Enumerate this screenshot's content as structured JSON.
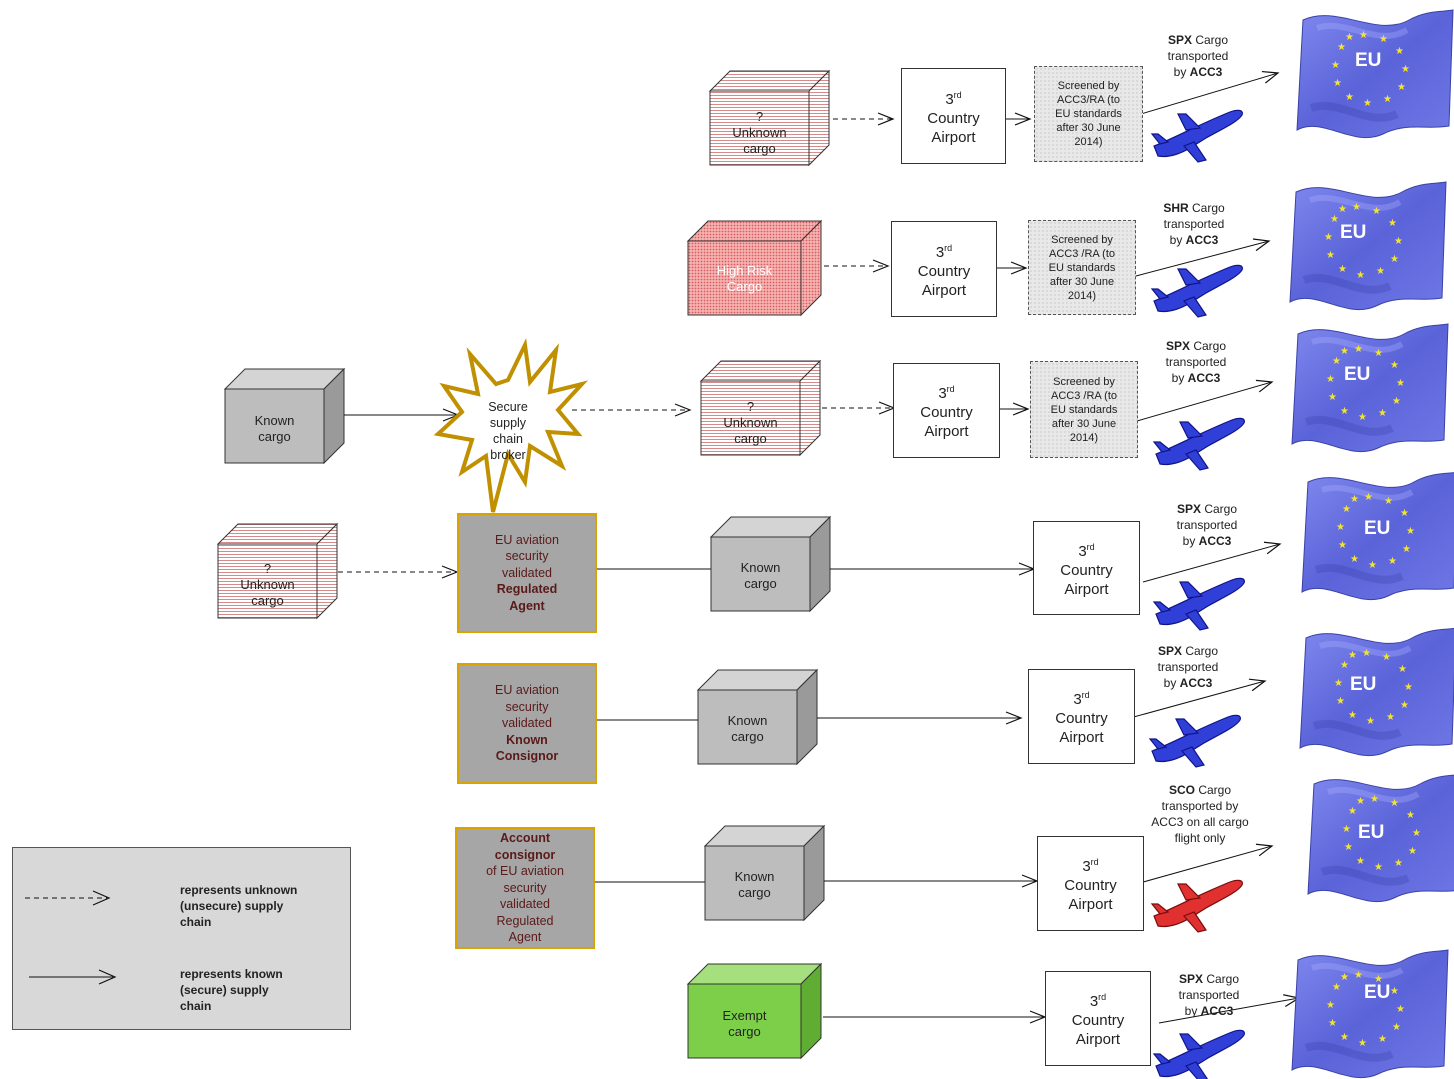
{
  "eu_label": "EU",
  "airport": {
    "n": "3",
    "suffix": "rd",
    "line2": "Country",
    "line3": "Airport"
  },
  "cubes": {
    "unknown": [
      "?",
      "Unknown",
      "cargo"
    ],
    "known": [
      "Known",
      "cargo"
    ],
    "high_risk": [
      "High Risk",
      "Cargo"
    ],
    "exempt": [
      "Exempt",
      "cargo"
    ]
  },
  "screening": {
    "row1": [
      "Screened by",
      "ACC3/RA (to",
      "EU standards",
      "after 30 June",
      "2014)"
    ],
    "row2": [
      "Screened by",
      "ACC3 /RA (to",
      "EU standards",
      "after 30 June",
      "2014)"
    ],
    "row3": [
      "Screened by",
      "ACC3 /RA (to",
      "EU standards",
      "after 30 June",
      "2014)"
    ]
  },
  "broker": [
    "Secure",
    "supply",
    "chain",
    "broker"
  ],
  "agents": {
    "regulated": {
      "lines": [
        "EU aviation",
        "security",
        "validated"
      ],
      "bold": [
        "Regulated",
        "Agent"
      ]
    },
    "consignor": {
      "lines": [
        "EU aviation",
        "security",
        "validated"
      ],
      "bold": [
        "Known",
        "Consignor"
      ]
    },
    "account": {
      "bold": [
        "Account",
        "consignor"
      ],
      "lines": [
        "of EU aviation",
        "security",
        "validated",
        "Regulated",
        "Agent"
      ]
    }
  },
  "captions": [
    {
      "code": "SPX",
      "rest": " Cargo",
      "lines": [
        "transported"
      ],
      "by": "by ",
      "acc": "ACC3"
    },
    {
      "code": "SHR",
      "rest": " Cargo",
      "lines": [
        "transported"
      ],
      "by": "by ",
      "acc": "ACC3"
    },
    {
      "code": "SPX",
      "rest": "  Cargo",
      "lines": [
        "transported"
      ],
      "by": "by ",
      "acc": "ACC3"
    },
    {
      "code": "SPX",
      "rest": " Cargo",
      "lines": [
        "transported"
      ],
      "by": "by ",
      "acc": "ACC3"
    },
    {
      "code": "SPX",
      "rest": " Cargo",
      "lines": [
        "transported"
      ],
      "by": "by ",
      "acc": "ACC3"
    },
    {
      "code": "SCO",
      "rest": " Cargo",
      "lines": [
        "transported  by",
        "ACC3 on all cargo",
        "flight only"
      ],
      "by": "",
      "acc": ""
    },
    {
      "code": "SPX",
      "rest": " Cargo",
      "lines": [
        "transported"
      ],
      "by": "by ",
      "acc": "ACC3"
    }
  ],
  "legend": {
    "dashed": [
      "represents unknown",
      "(unsecure) supply",
      "chain"
    ],
    "solid": [
      "represents known",
      "(secure) supply",
      "chain"
    ]
  },
  "colors": {
    "eu_blue": "#5a63d8",
    "star": "#f2e23a",
    "broker_gold": "#c09000",
    "plane_blue": "#2f3fd8",
    "plane_red": "#e03030",
    "exempt_green": "#7dcf4a"
  }
}
